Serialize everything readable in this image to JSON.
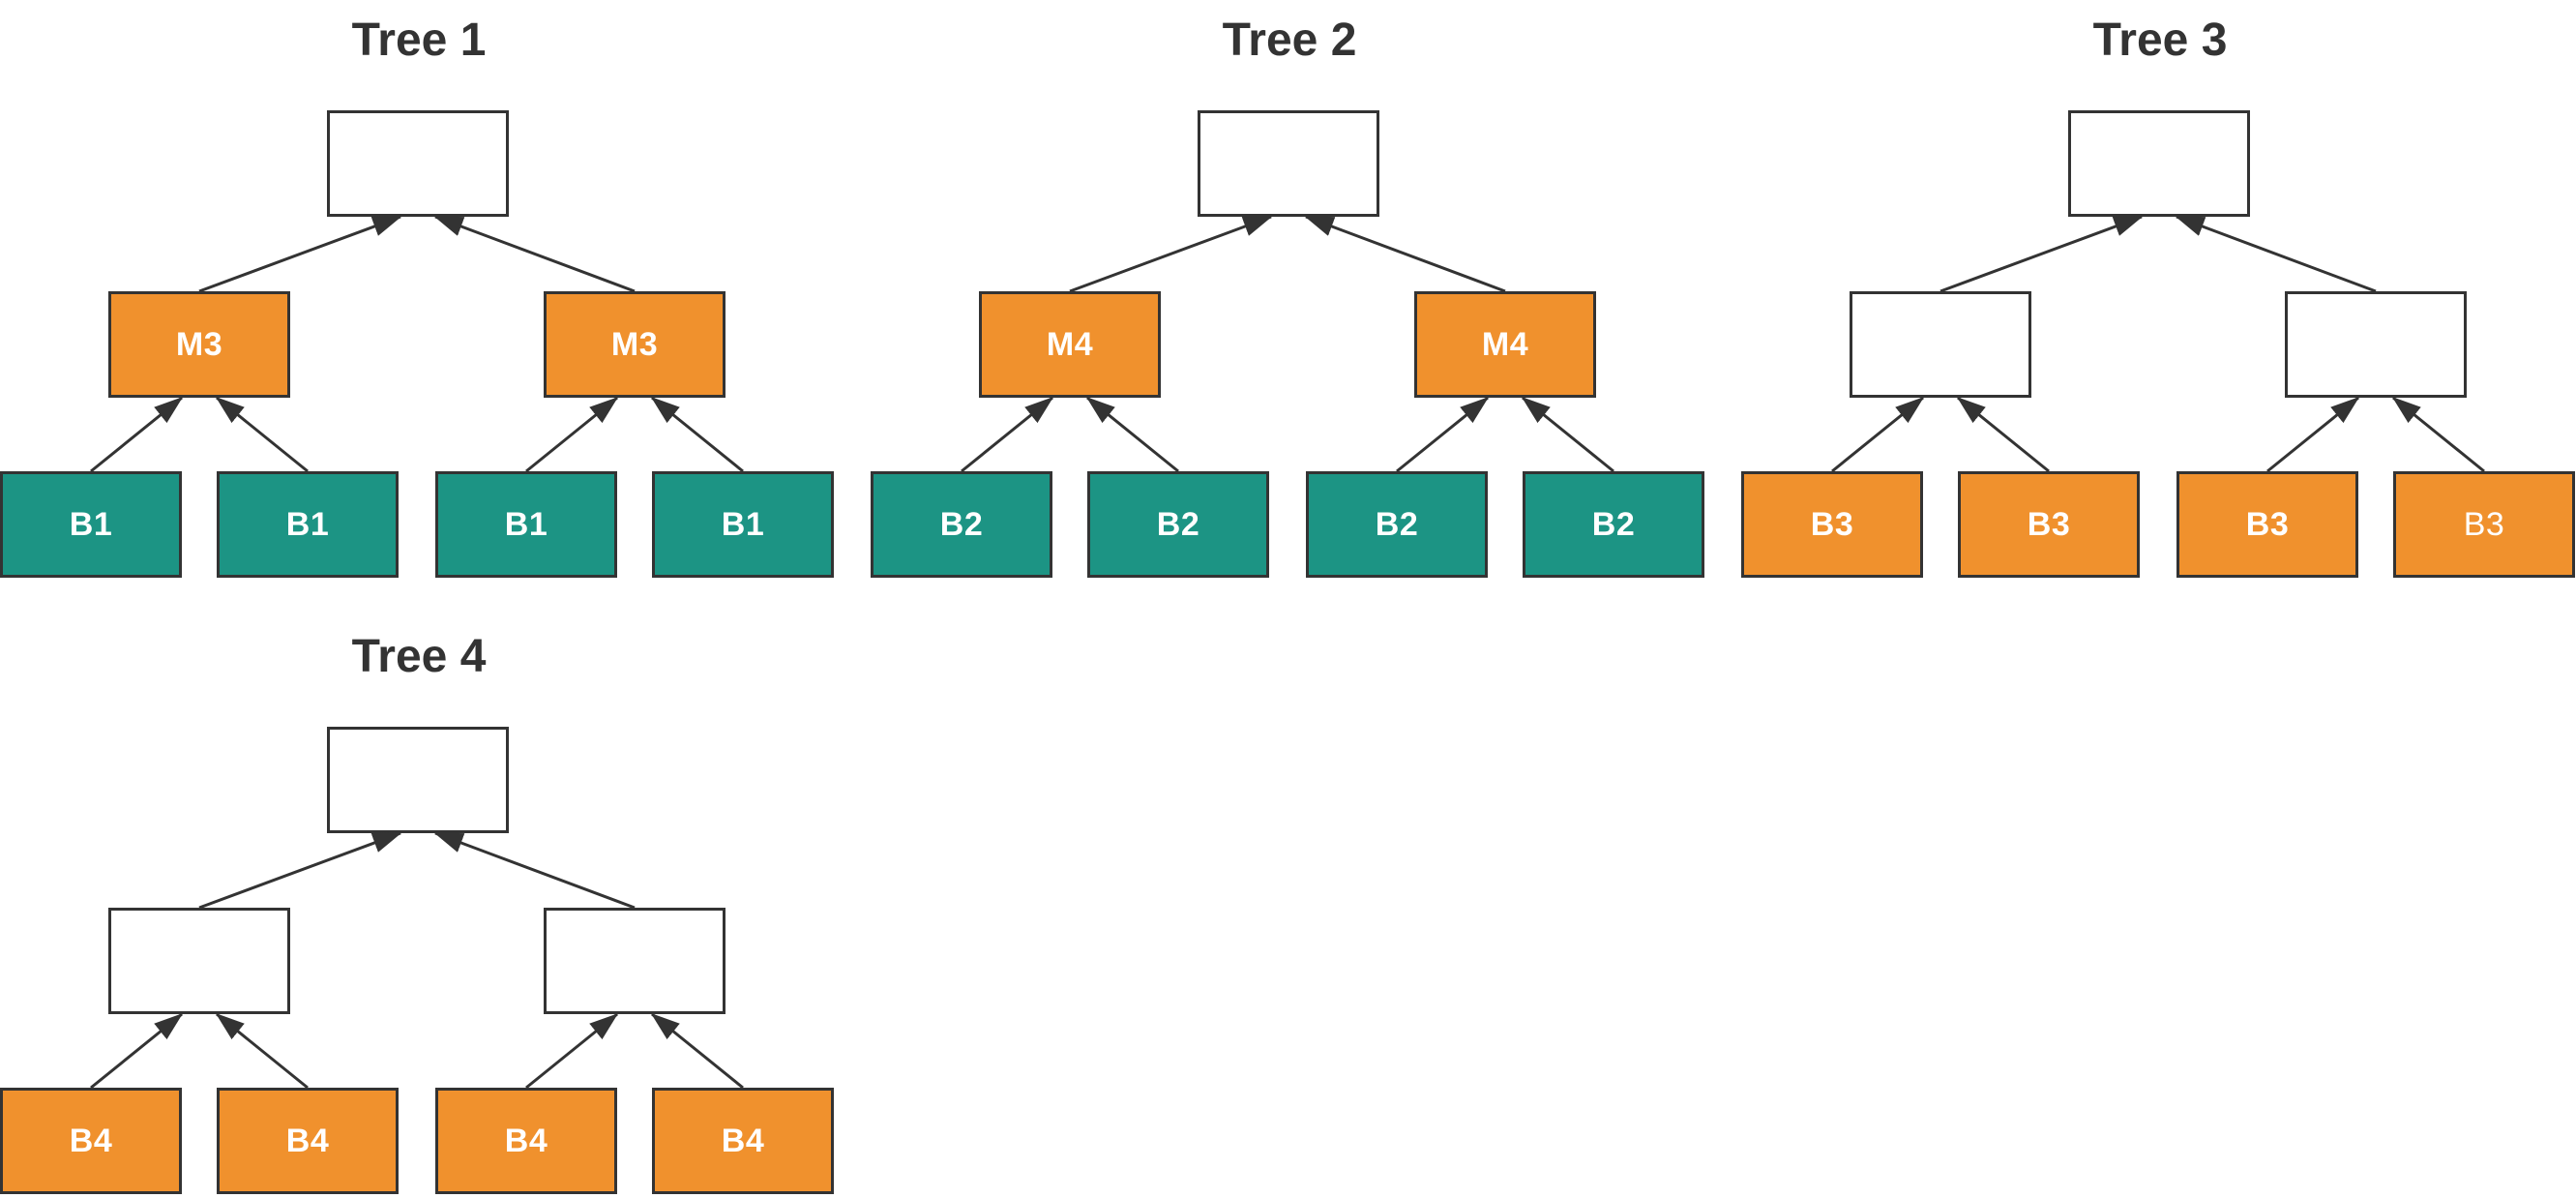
{
  "colors": {
    "orange_fill": "#F0912D",
    "teal_fill": "#1C9484",
    "white_fill": "#FFFFFF",
    "node_border": "#333333",
    "arrow": "#333333",
    "title_text": "#333333",
    "node_text": "#FFFFFF"
  },
  "trees": [
    {
      "title": "Tree 1",
      "root": {
        "label": "",
        "fill": "#FFFFFF"
      },
      "middle": [
        {
          "label": "M3",
          "fill": "#F0912D",
          "bold": true
        },
        {
          "label": "M3",
          "fill": "#F0912D",
          "bold": true
        }
      ],
      "leaves": [
        {
          "label": "B1",
          "fill": "#1C9484",
          "bold": true
        },
        {
          "label": "B1",
          "fill": "#1C9484",
          "bold": true
        },
        {
          "label": "B1",
          "fill": "#1C9484",
          "bold": true
        },
        {
          "label": "B1",
          "fill": "#1C9484",
          "bold": true
        }
      ]
    },
    {
      "title": "Tree 2",
      "root": {
        "label": "",
        "fill": "#FFFFFF"
      },
      "middle": [
        {
          "label": "M4",
          "fill": "#F0912D",
          "bold": true
        },
        {
          "label": "M4",
          "fill": "#F0912D",
          "bold": true
        }
      ],
      "leaves": [
        {
          "label": "B2",
          "fill": "#1C9484",
          "bold": true
        },
        {
          "label": "B2",
          "fill": "#1C9484",
          "bold": true
        },
        {
          "label": "B2",
          "fill": "#1C9484",
          "bold": true
        },
        {
          "label": "B2",
          "fill": "#1C9484",
          "bold": true
        }
      ]
    },
    {
      "title": "Tree 3",
      "root": {
        "label": "",
        "fill": "#FFFFFF"
      },
      "middle": [
        {
          "label": "",
          "fill": "#FFFFFF",
          "bold": true
        },
        {
          "label": "",
          "fill": "#FFFFFF",
          "bold": true
        }
      ],
      "leaves": [
        {
          "label": "B3",
          "fill": "#F0912D",
          "bold": true
        },
        {
          "label": "B3",
          "fill": "#F0912D",
          "bold": true
        },
        {
          "label": "B3",
          "fill": "#F0912D",
          "bold": true
        },
        {
          "label": "B3",
          "fill": "#F0912D",
          "bold": false
        }
      ]
    },
    {
      "title": "Tree 4",
      "root": {
        "label": "",
        "fill": "#FFFFFF"
      },
      "middle": [
        {
          "label": "",
          "fill": "#FFFFFF",
          "bold": true
        },
        {
          "label": "",
          "fill": "#FFFFFF",
          "bold": true
        }
      ],
      "leaves": [
        {
          "label": "B4",
          "fill": "#F0912D",
          "bold": true
        },
        {
          "label": "B4",
          "fill": "#F0912D",
          "bold": true
        },
        {
          "label": "B4",
          "fill": "#F0912D",
          "bold": true
        },
        {
          "label": "B4",
          "fill": "#F0912D",
          "bold": true
        }
      ]
    }
  ]
}
